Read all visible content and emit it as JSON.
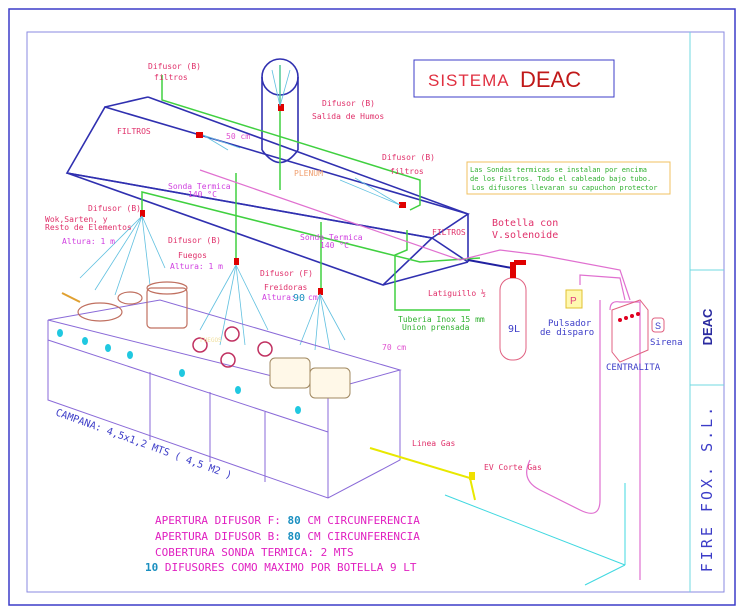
{
  "title": {
    "prefix": "SISTEMA",
    "name": "DEAC"
  },
  "title_block": {
    "system": "DEAC",
    "company": "FIRE FOX. S.L."
  },
  "labels": {
    "difusor_filtros_left": [
      "Difusor (B)",
      "filtros"
    ],
    "difusor_humos": [
      "Difusor (B)",
      "Salida de Humos"
    ],
    "difusor_filtros_right": [
      "Difusor (B)",
      "filtros"
    ],
    "difusor_wok": [
      "Difusor (B)",
      "Wok,Sarten, y",
      "Resto de Elementos",
      "Altura: 1 m"
    ],
    "difusor_fuegos": [
      "Difusor (B)",
      "Fuegos",
      "Altura: 1 m"
    ],
    "difusor_freidoras": [
      "Difusor (F)",
      "Freidoras",
      "Altura:",
      "90",
      "cm"
    ],
    "filtros_left": "FILTROS",
    "filtros_right": "FILTROS",
    "plenum": "PLENUM",
    "dim_50": "50 cm",
    "dim_70": "70 cm",
    "sonda_1": [
      "Sonda Termica",
      "140 °C"
    ],
    "sonda_2": [
      "Sonda Termica",
      "140 °C"
    ],
    "fuegos_small": "FUEGOS",
    "note": [
      "Las Sondas termicas se instalan por encima",
      "de los Filtros. Todo el cableado bajo tubo.",
      "Los difusores llevaran su capuchon protector"
    ],
    "botella": [
      "Botella con",
      "V.solenoide"
    ],
    "botella_size": "9L",
    "latiguillo": "Latiguillo ½",
    "tuberia": [
      "Tuberia Inox 15 mm",
      "Union prensada"
    ],
    "pulsador": [
      "Pulsador",
      "de disparo"
    ],
    "pulsador_letter": "P",
    "sirena": "Sirena",
    "sirena_letter": "S",
    "centralita": "CENTRALITA",
    "linea_gas": "Linea Gas",
    "ev_corte_gas": "EV Corte Gas",
    "campana": "CAMPANA: 4,5x1,2 MTS ( 4,5 M2 )"
  },
  "specs": [
    {
      "prefix": "APERTURA DIFUSOR F:",
      "value": "80",
      "suffix": "CM CIRCUNFERENCIA"
    },
    {
      "prefix": "APERTURA DIFUSOR B:",
      "value": "80",
      "suffix": "CM CIRCUNFERENCIA"
    },
    {
      "prefix": "COBERTURA SONDA TERMICA: 2 MTS",
      "value": "",
      "suffix": ""
    },
    {
      "prefix": "",
      "value": "10",
      "suffix": "DIFUSORES COMO MAXIMO POR BOTELLA 9 LT"
    }
  ],
  "colors": {
    "frame": "#3c3cc8",
    "text": "#e0309a",
    "diffuser": "#e00000",
    "pipe": "#40d040",
    "accent": "#1a8fc0",
    "gas": "#e8e800"
  }
}
